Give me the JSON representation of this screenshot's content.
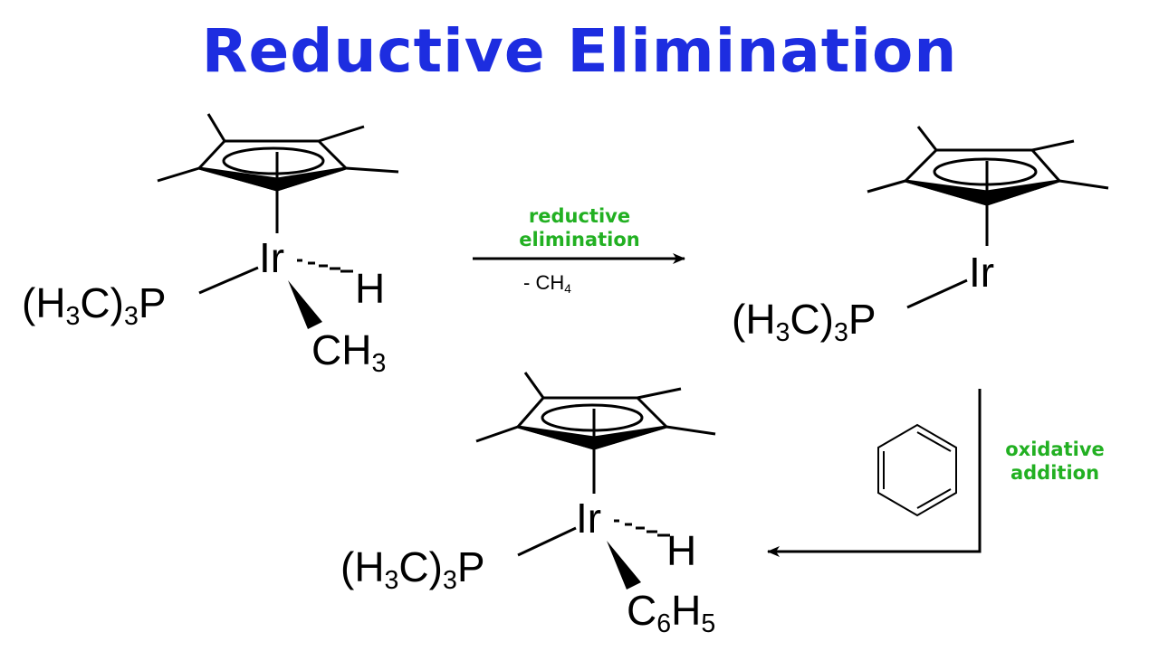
{
  "title": "Reductive Elimination",
  "colors": {
    "title": "#1d2de0",
    "step_label": "#22b022",
    "ink": "#000000"
  },
  "molecules": {
    "reactant": {
      "metal": "Ir",
      "ligand_phosphine": {
        "main": "(H",
        "s1": "3",
        "mid": "C)",
        "s2": "3",
        "end": "P"
      },
      "hydride": "H",
      "methyl": {
        "main": "CH",
        "s1": "3"
      }
    },
    "intermediate": {
      "metal": "Ir",
      "ligand_phosphine": {
        "main": "(H",
        "s1": "3",
        "mid": "C)",
        "s2": "3",
        "end": "P"
      }
    },
    "product": {
      "metal": "Ir",
      "ligand_phosphine": {
        "main": "(H",
        "s1": "3",
        "mid": "C)",
        "s2": "3",
        "end": "P"
      },
      "hydride": "H",
      "phenyl": {
        "a": "C",
        "s1": "6",
        "b": "H",
        "s2": "5"
      }
    }
  },
  "steps": {
    "reductive": {
      "line1": "reductive",
      "line2": "elimination",
      "byproduct": "- CH",
      "byproduct_sub": "4"
    },
    "oxidative": {
      "line1": "oxidative",
      "line2": "addition",
      "reagent_icon": "benzene-ring-icon"
    }
  }
}
